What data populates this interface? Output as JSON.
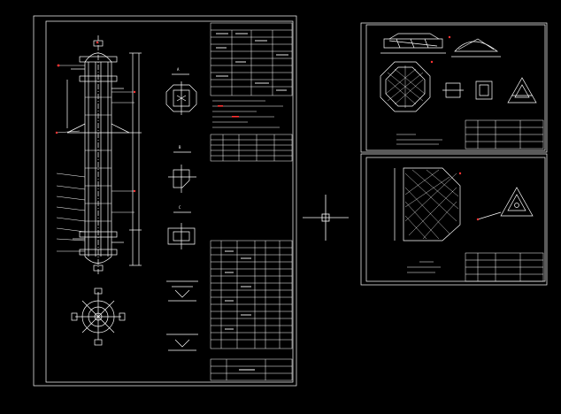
{
  "app": {
    "background_color": "#000000",
    "line_color": "#ffffff",
    "accent_color": "#ff3333",
    "cursor_icon": "crosshair-cursor-icon"
  },
  "sheets": [
    {
      "name": "main-assembly-sheet"
    },
    {
      "name": "detail-sheet-top"
    },
    {
      "name": "detail-sheet-bottom"
    }
  ]
}
